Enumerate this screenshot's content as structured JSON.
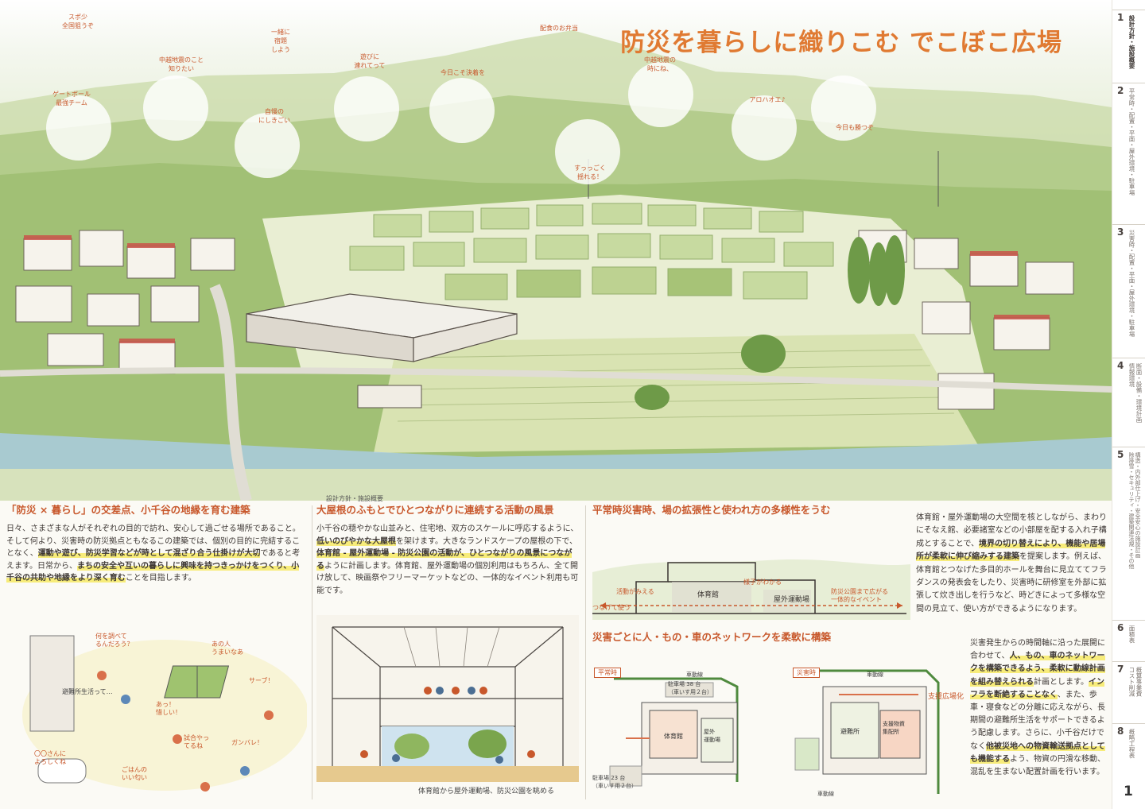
{
  "title": "防災を暮らしに織りこむ でこぼこ広場",
  "page_number": "1",
  "section_label": "設計方針・施設概要",
  "sidebar": [
    {
      "num": "1",
      "label": "設計方針・施設概要"
    },
    {
      "num": "2",
      "label": "平常時・配置・平面・屋外環境・駐車場"
    },
    {
      "num": "3",
      "label": "災害時・配置・平面・屋外環境・駐車場"
    },
    {
      "num": "4",
      "label": "断面・設備・環境計画\n情報環境"
    },
    {
      "num": "5",
      "label": "構造・内外部仕上げ・安全安心の施設計画\n除排雪・セキュリティ・建築関連法規・その他"
    },
    {
      "num": "6",
      "label": "面積表"
    },
    {
      "num": "7",
      "label": "概算事業費\nコスト削減"
    },
    {
      "num": "8",
      "label": "概略工程表"
    }
  ],
  "bubbles": [
    {
      "label": "スポ少\n全国狙うぞ"
    },
    {
      "label": "ゲートボール\n最強チーム"
    },
    {
      "label": "中越地震のこと\n知りたい"
    },
    {
      "label": "一緒に\n宿題\nしよう"
    },
    {
      "label": "自慢の\nにしきごい"
    },
    {
      "label": "遊びに\n連れてって"
    },
    {
      "label": "今日こそ決着を"
    },
    {
      "label": "配食のお弁当"
    },
    {
      "label": "すっっごく\n揺れる！"
    },
    {
      "label": "中越地震の\n時にね、"
    },
    {
      "label": "アロハオエ♪"
    },
    {
      "label": "今日も勝つぞ"
    }
  ],
  "col1": {
    "heading": "「防災 × 暮らし」の交差点、小千谷の地縁を育む建築",
    "p1": "日々、さまざまな人がそれぞれの目的で訪れ、安心して過ごせる場所であること。そして何より、災害時の防災拠点ともなるこの建築では、個別の目的に完結することなく、",
    "hl1": "運動や遊び、防災学習などが時として混ざり合う仕掛けが大切",
    "p2": "であると考えます。日常から、",
    "hl2": "まちの安全や互いの暮らしに興味を持つきっかけをつくり、小千谷の共助や地縁をより深く育む",
    "p3": "ことを目指します。",
    "sketch_labels": [
      "何を調べて\nるんだろう？",
      "あの人\nうまいなあ",
      "サーブ！",
      "避難所生活って…",
      "あっ！\n惜しい！",
      "試合やっ\nてるね",
      "ガンバレ！",
      "〇〇さんに\nよろしくね",
      "ごはんの\nいい匂い"
    ]
  },
  "col2": {
    "heading": "大屋根のふもとでひとつながりに連続する活動の風景",
    "p1": "小千谷の穏やかな山並みと、住宅地、双方のスケールに呼応するように、",
    "hl1": "低いのびやかな大屋根",
    "p2": "を架けます。大きなランドスケープの屋根の下で、",
    "hl2": "体育館 - 屋外運動場 - 防災公園の活動が、ひとつながりの風景につながる",
    "p3": "ように計画します。体育館、屋外運動場の個別利用はもちろん、全て開け放して、映画祭やフリーマーケットなどの、一体的なイベント利用も可能です。",
    "caption": "体育館から屋外運動場、防災公園を眺める"
  },
  "col3": {
    "heading": "平常時災害時、場の拡張性と使われ方の多様性をうむ",
    "section_labels": {
      "katsudou": "活動がみえる",
      "yousu": "様子がわかる",
      "tsunagu": "つなげて使う",
      "taiikukan": "体育館",
      "okugai": "屋外運動場",
      "bousai": "防災公園まで広がる\n一体的なイベント"
    },
    "p1": "体育館・屋外運動場の大空間を核としながら、まわりにそなえ館、必要諸室などの小部屋を配する入れ子構成とすることで、",
    "hl1": "境界の切り替えにより、機能や居場所が柔軟に伸び縮みする建築",
    "p2": "を提案します。例えば、体育館とつなげた多目的ホールを舞台に見立ててフラダンスの発表会をしたり、災害時に研修室を外部に拡張して炊き出しを行うなど、時どきによって多様な空間の見立て、使い方ができるようになります。"
  },
  "col4": {
    "heading": "災害ごとに人・もの・車のネットワークを柔軟に構築",
    "normal_label": "平常時",
    "disaster_label": "災害時",
    "normal_plan": {
      "car_line": "車動線",
      "parking_top": "駐車場 38 台\n（車いす用２台）",
      "gym": "体育館",
      "field": "屋外\n運動場",
      "parking_bottom": "駐車場 23 台\n（車いす用２台）"
    },
    "disaster_plan": {
      "car_line_top": "車動線",
      "expand": "支援広場化",
      "shelter": "避難所",
      "support": "支援物資\n集配所",
      "car_line_bottom": "車動線"
    },
    "p1": "災害発生からの時間軸に沿った展開に合わせて、",
    "hl1": "人、もの、車のネットワークを構築できるよう、柔軟に動線計画を組み替えられる",
    "p2": "計画とします。",
    "hl2": "インフラを断絶することなく",
    "p3": "、また、歩車・寝食などの分離に応えながら、長期間の避難所生活をサポートできるよう配慮します。さらに、小千谷だけでなく",
    "hl3": "他被災地への物資輸送拠点としても機能する",
    "p4": "よう、物資の円滑な移動、混乱を生まない配置計画を行います。"
  },
  "colors": {
    "accent": "#c8582c",
    "title": "#e07a32",
    "highlight": "#f7ec7a",
    "green": "#9ab86a"
  }
}
